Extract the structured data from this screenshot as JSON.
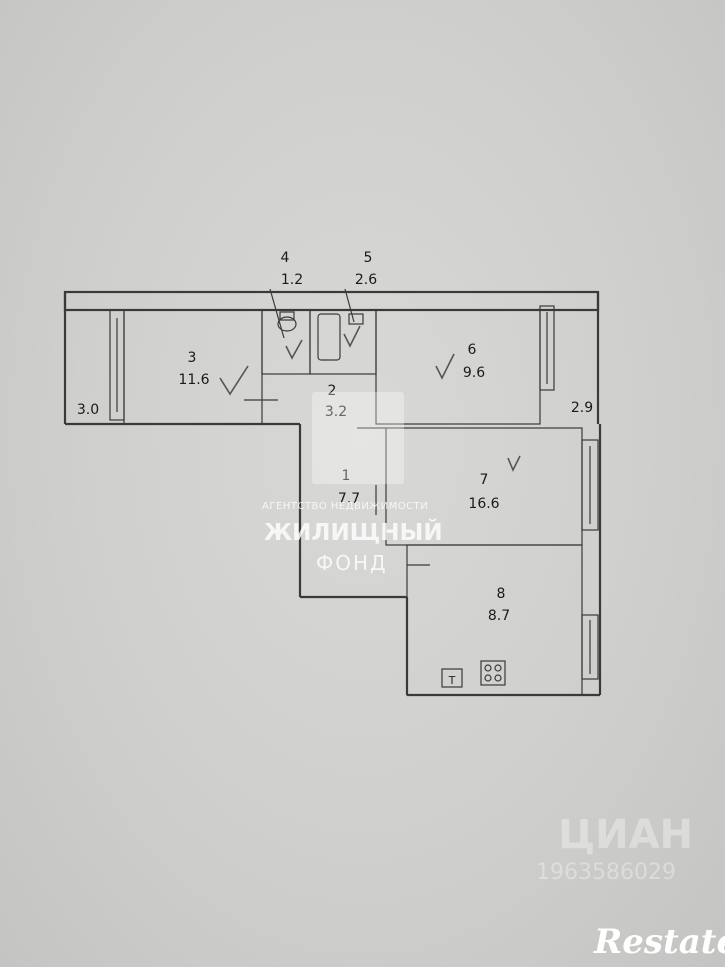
{
  "rooms": [
    {
      "id": "1",
      "number": "1",
      "area": "7.7"
    },
    {
      "id": "2",
      "number": "2",
      "area": "3.2"
    },
    {
      "id": "3",
      "number": "3",
      "area": "11.6"
    },
    {
      "id": "4",
      "number": "4",
      "area": "1.2"
    },
    {
      "id": "5",
      "number": "5",
      "area": "2.6"
    },
    {
      "id": "6",
      "number": "6",
      "area": "9.6"
    },
    {
      "id": "7",
      "number": "7",
      "area": "16.6"
    },
    {
      "id": "8",
      "number": "8",
      "area": "8.7"
    }
  ],
  "balconies": {
    "left": "3.0",
    "right": "2.9"
  },
  "stove_mark": "T",
  "watermark": {
    "agency_line": "АГЕНТСТВО НЕДВИЖИМОСТИ",
    "name": "ЖИЛИЩНЫЙ",
    "fond": "ФОНД",
    "cian": "ЦИАН",
    "id_text": "1963586029",
    "restate": "Restate"
  },
  "colors": {
    "wall": "#3a3a3a",
    "paper": "#d4d4d2"
  }
}
